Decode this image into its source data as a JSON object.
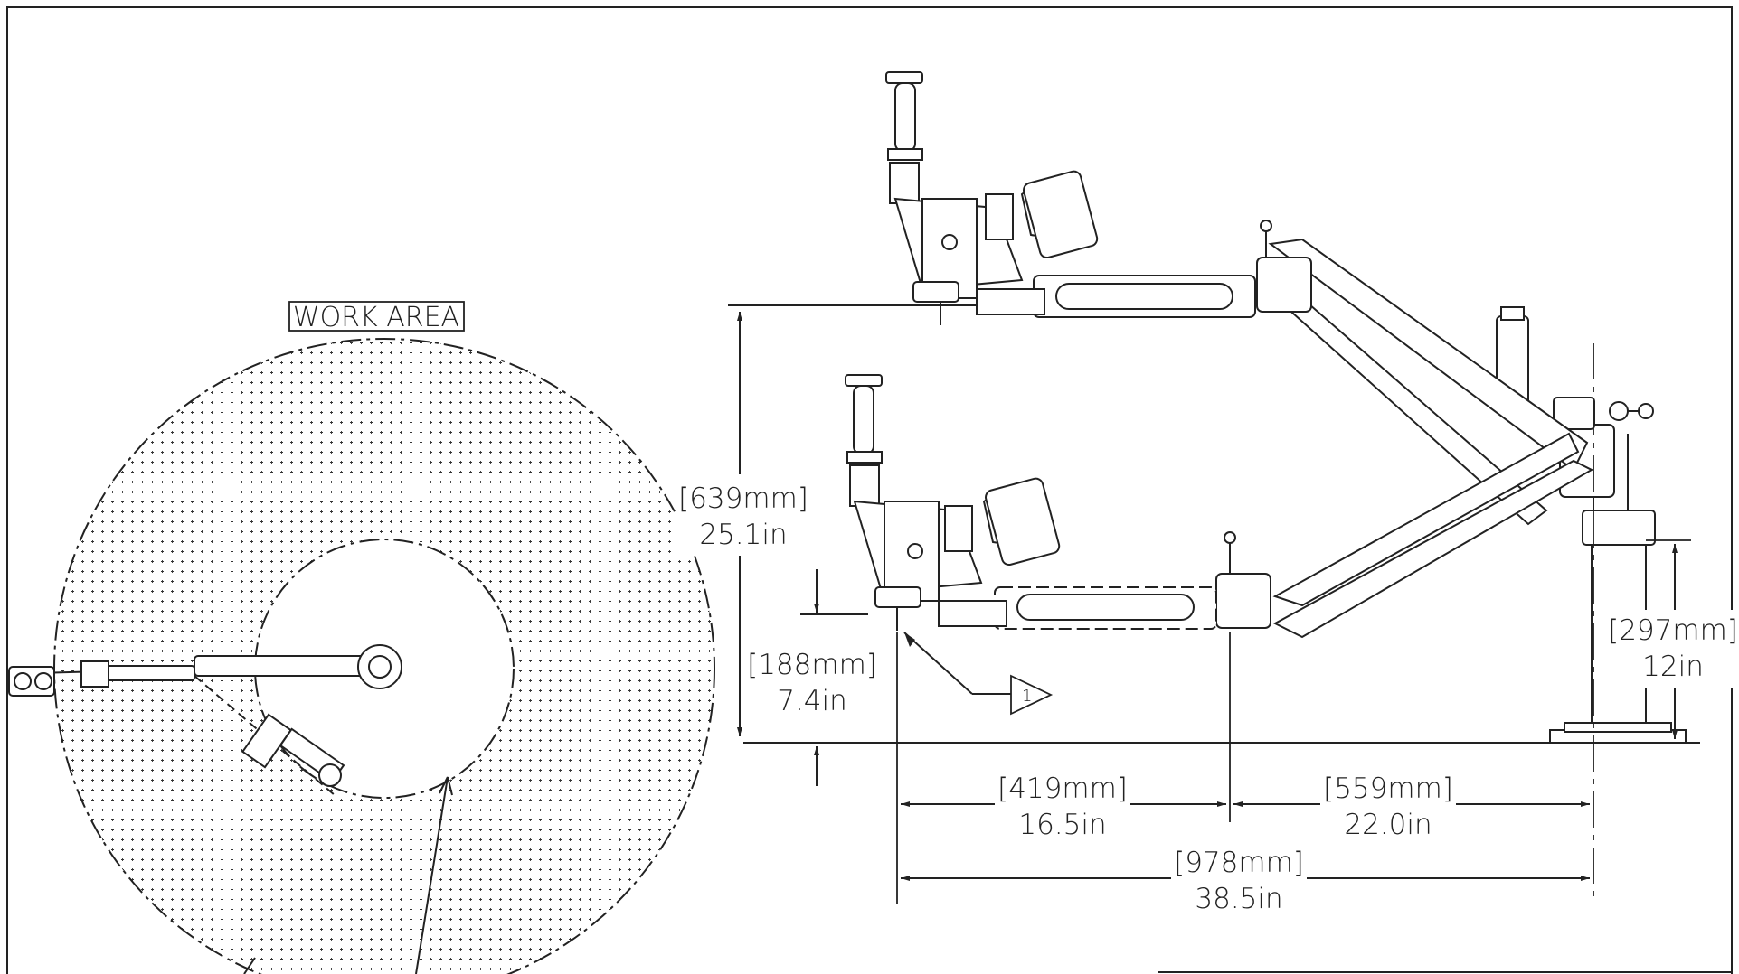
{
  "work_area": {
    "label": "WORK AREA"
  },
  "dimensions": {
    "height_639": {
      "mm": "[639mm]",
      "in": "25.1in"
    },
    "height_188": {
      "mm": "[188mm]",
      "in": "7.4in"
    },
    "height_297": {
      "mm": "[297mm]",
      "in": "12in"
    },
    "reach_419": {
      "mm": "[419mm]",
      "in": "16.5in"
    },
    "reach_559": {
      "mm": "[559mm]",
      "in": "22.0in"
    },
    "reach_978": {
      "mm": "[978mm]",
      "in": "38.5in"
    }
  },
  "callout": {
    "number": "1"
  },
  "colors": {
    "line": "#222222",
    "background": "#ffffff",
    "dots": "#333333"
  }
}
